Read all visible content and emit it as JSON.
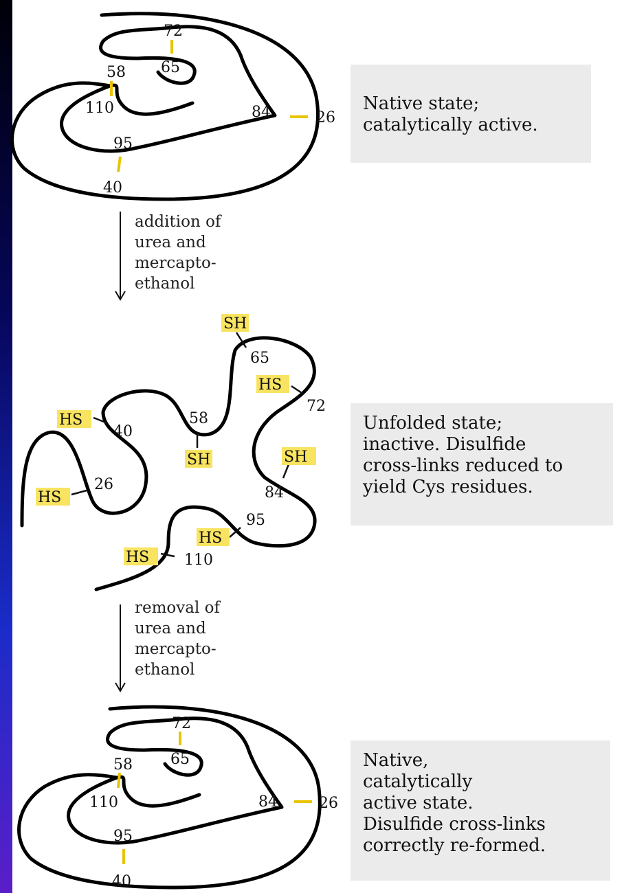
{
  "native_state": {
    "residues": [
      "72",
      "65",
      "58",
      "110",
      "84",
      "26",
      "95",
      "40"
    ],
    "caption": [
      "Native state;",
      "catalytically active."
    ]
  },
  "step1": [
    "addition of",
    "urea and",
    "mercapto-",
    "ethanol"
  ],
  "unfolded_state": {
    "residues": [
      "65",
      "72",
      "40",
      "58",
      "26",
      "84",
      "95",
      "110"
    ],
    "sulfhydryl_labels": [
      "SH",
      "HS",
      "HS",
      "SH",
      "SH",
      "HS",
      "HS",
      "HS"
    ],
    "caption": [
      "Unfolded state;",
      "inactive.  Disulfide",
      "cross-links reduced to",
      "yield Cys residues."
    ]
  },
  "step2": [
    "removal of",
    "urea and",
    "mercapto-",
    "ethanol"
  ],
  "refolded_state": {
    "residues": [
      "72",
      "65",
      "58",
      "110",
      "84",
      "26",
      "95",
      "40"
    ],
    "caption": [
      "Native,",
      "catalytically",
      "active state.",
      "Disulfide cross-links",
      "correctly re-formed."
    ]
  },
  "colors": {
    "disulfide": "#e9c400",
    "label_highlight": "#f8e460",
    "caption_bg": "#ebebeb"
  }
}
